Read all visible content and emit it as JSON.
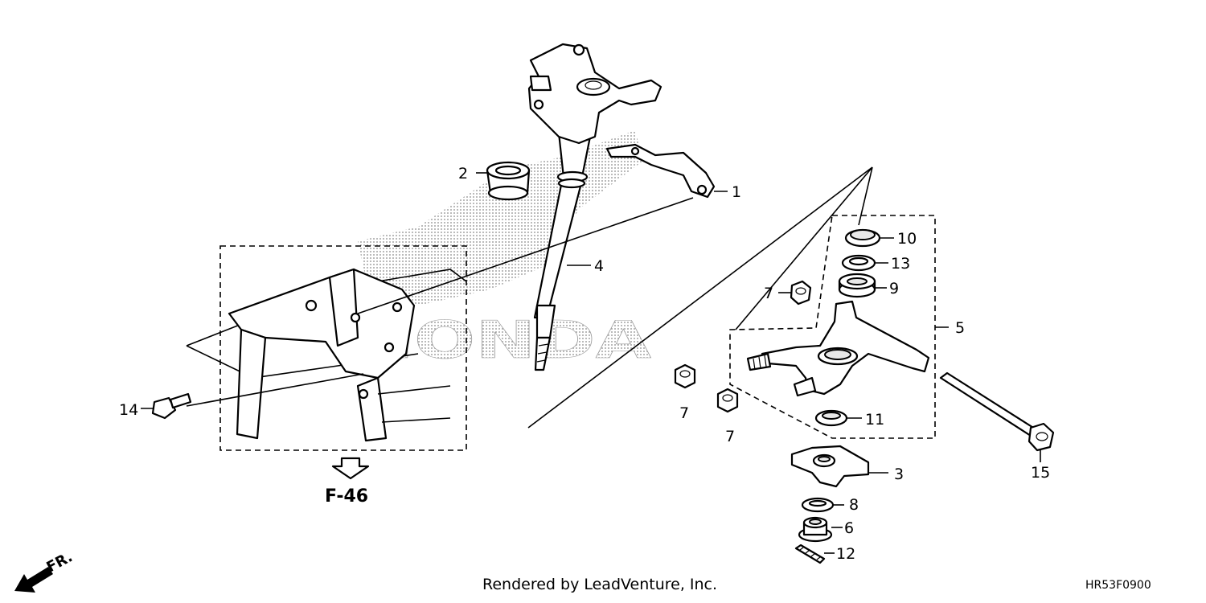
{
  "brand_watermark": "HONDA",
  "callouts": {
    "p1": "1",
    "p2": "2",
    "p3": "3",
    "p4": "4",
    "p5": "5",
    "p6": "6",
    "p7a": "7",
    "p7b": "7",
    "p7c": "7",
    "p8": "8",
    "p9": "9",
    "p10": "10",
    "p11": "11",
    "p12": "12",
    "p13": "13",
    "p14": "14",
    "p15": "15"
  },
  "reference": "F-46",
  "direction": "FR.",
  "credit": "Rendered by LeadVenture, Inc.",
  "diagram_code": "HR53F0900"
}
